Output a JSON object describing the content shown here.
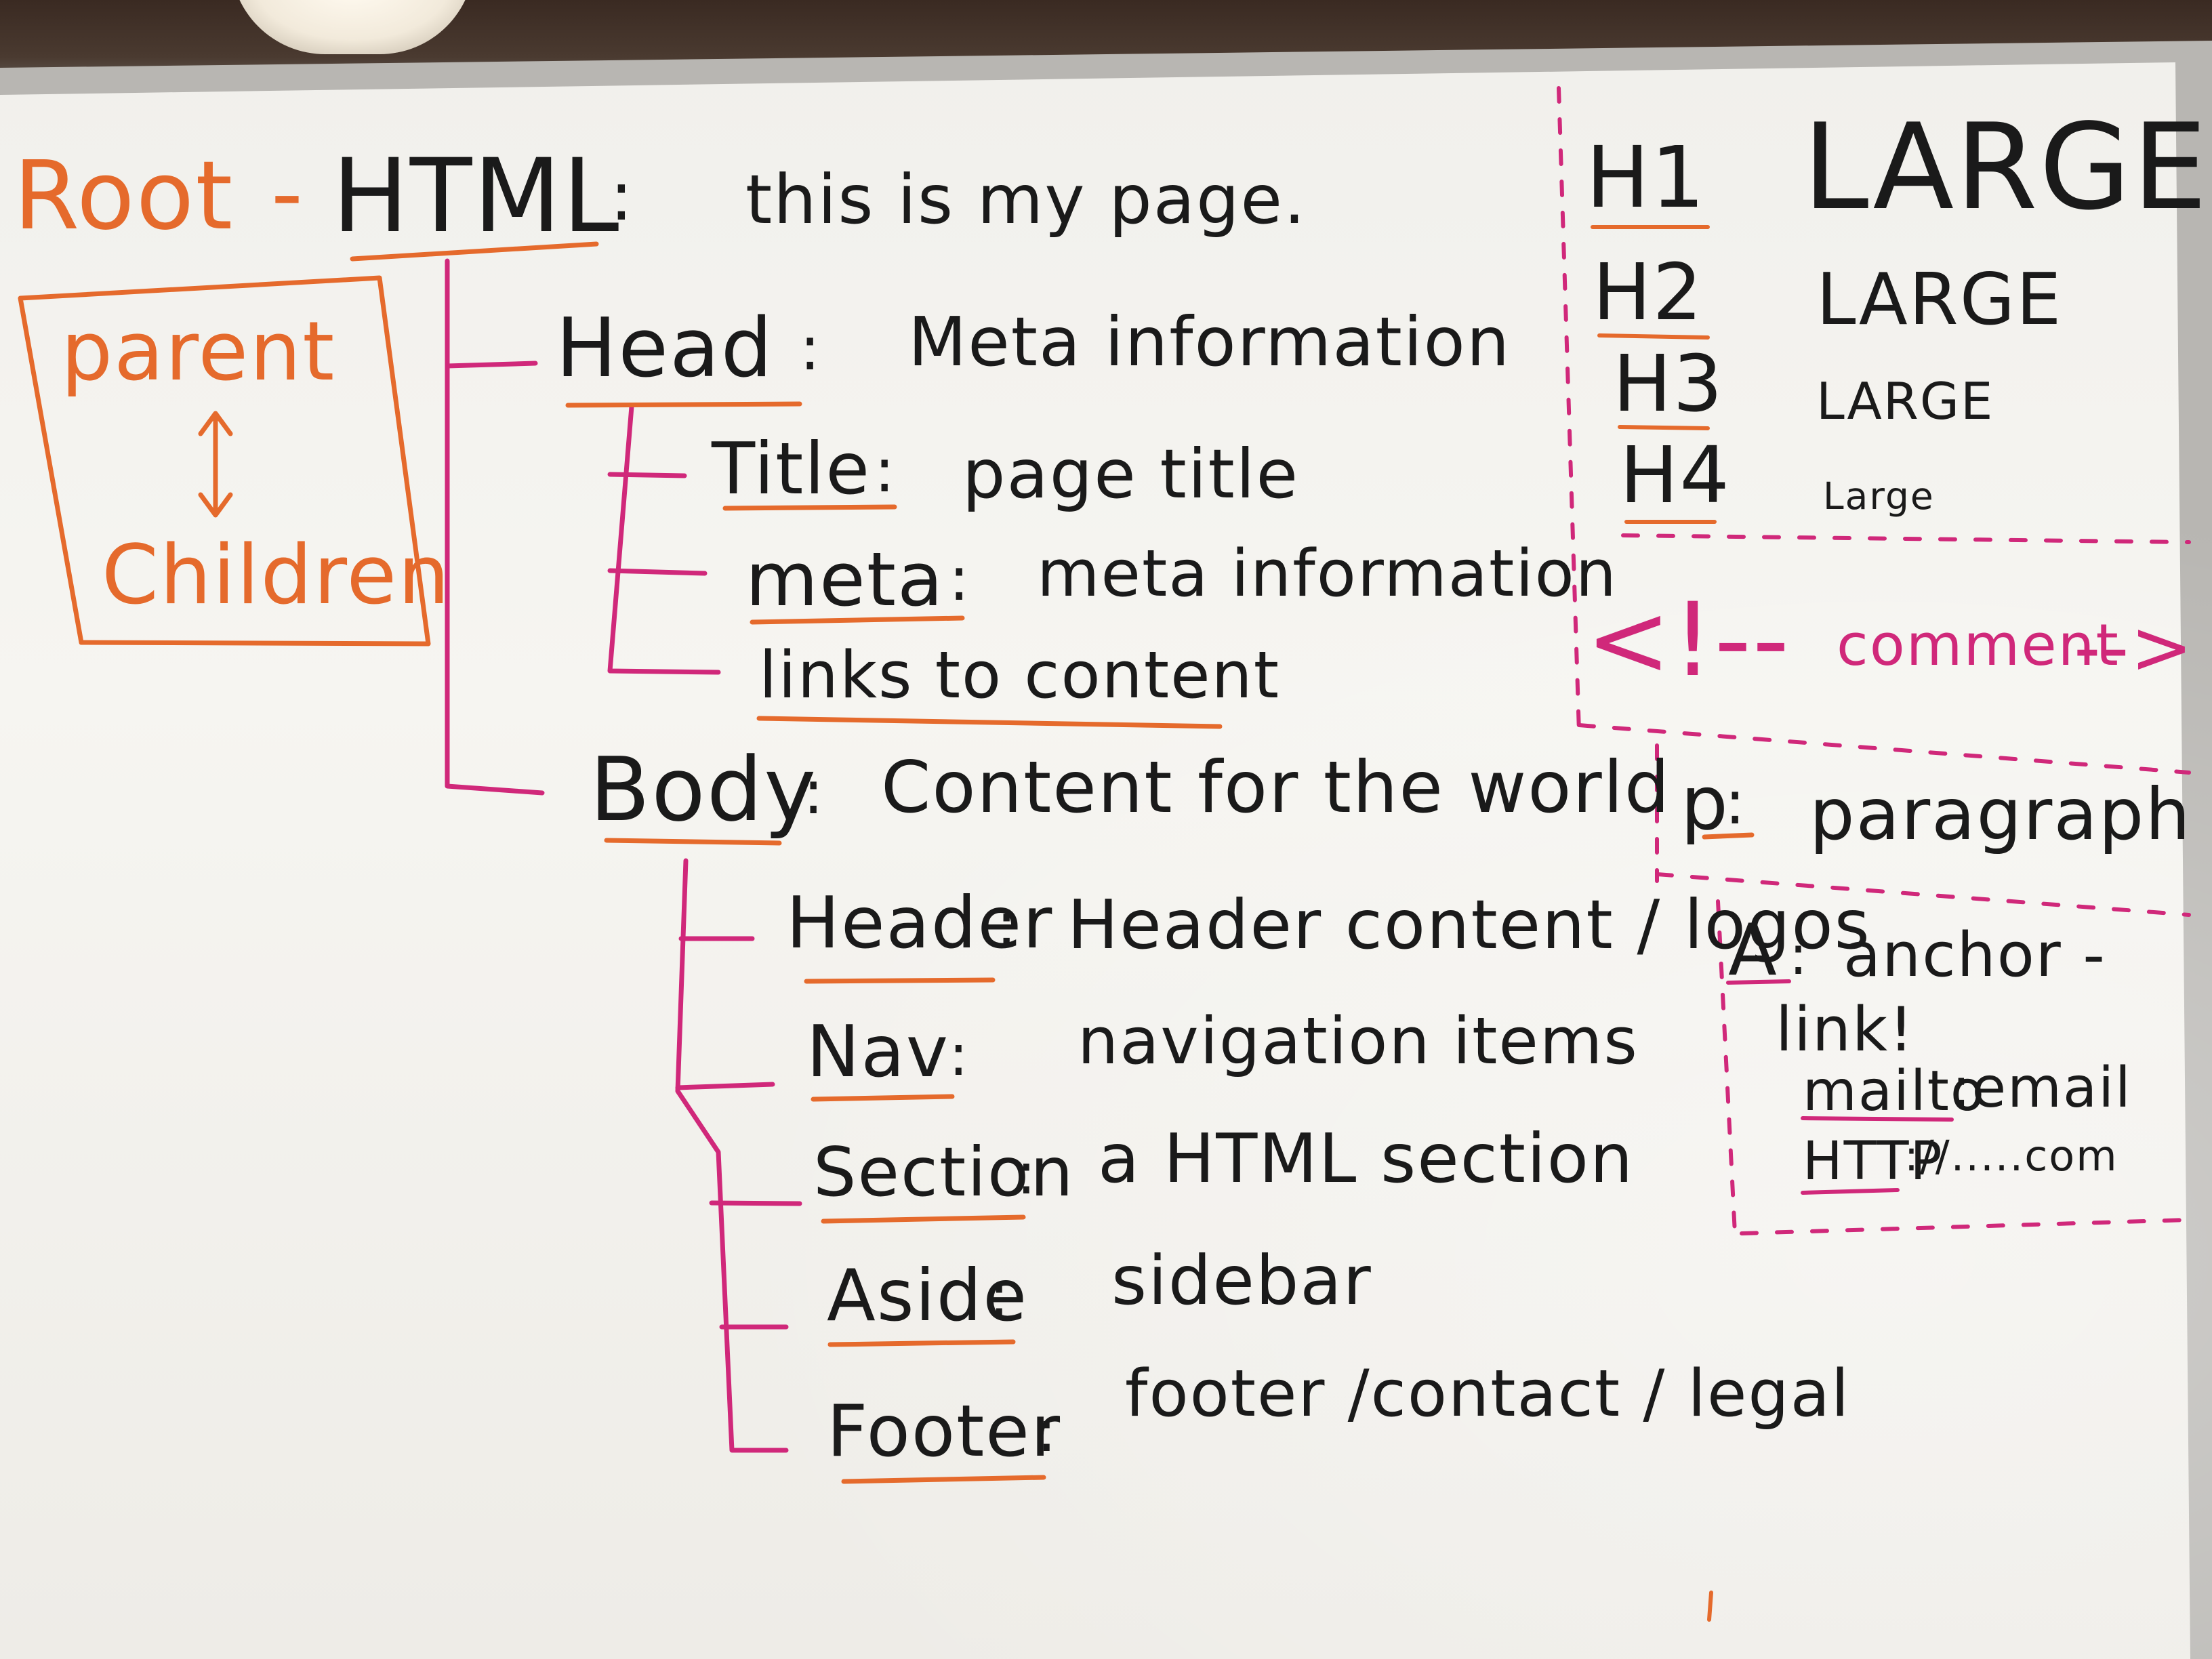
{
  "colors": {
    "black_marker": "#1a1a1a",
    "orange_marker": "#e56a2c",
    "magenta_marker": "#d0287a",
    "board": "#f4f3ef"
  },
  "tree": {
    "root_label": "Root",
    "root_dash": "-",
    "html_label": "HTML",
    "html_desc": "this is my page.",
    "head_label": "Head",
    "head_desc": "Meta information",
    "title_label": "Title",
    "title_desc": "page title",
    "meta_label": "meta",
    "meta_desc": "meta information",
    "links_label": "links to content",
    "body_label": "Body",
    "body_desc": "Content for the world",
    "header_label": "Header",
    "header_desc": "Header content / logos",
    "nav_label": "Nav",
    "nav_desc": "navigation items",
    "section_label": "Section",
    "section_desc": "a HTML section",
    "aside_label": "Aside",
    "aside_desc": "sidebar",
    "footer_label": "Footer",
    "footer_desc": "footer /contact / legal",
    "colon": ":"
  },
  "parent_box": {
    "parent": "parent",
    "children": "Children"
  },
  "headings": [
    {
      "tag": "H1",
      "sample": "LARGE"
    },
    {
      "tag": "H2",
      "sample": "LARGE"
    },
    {
      "tag": "H3",
      "sample": "LARGE"
    },
    {
      "tag": "H4",
      "sample": "Large"
    }
  ],
  "comment": {
    "open": "<!--",
    "word": "comment",
    "close": "-->"
  },
  "paragraph": {
    "tag": "p",
    "desc": "paragraph"
  },
  "anchor": {
    "tag": "A",
    "desc": "anchor -",
    "line2": "link!",
    "mailto": "mailto",
    "mailto_rest": ":email",
    "http": "HTTP",
    "http_rest": "://.....com"
  }
}
